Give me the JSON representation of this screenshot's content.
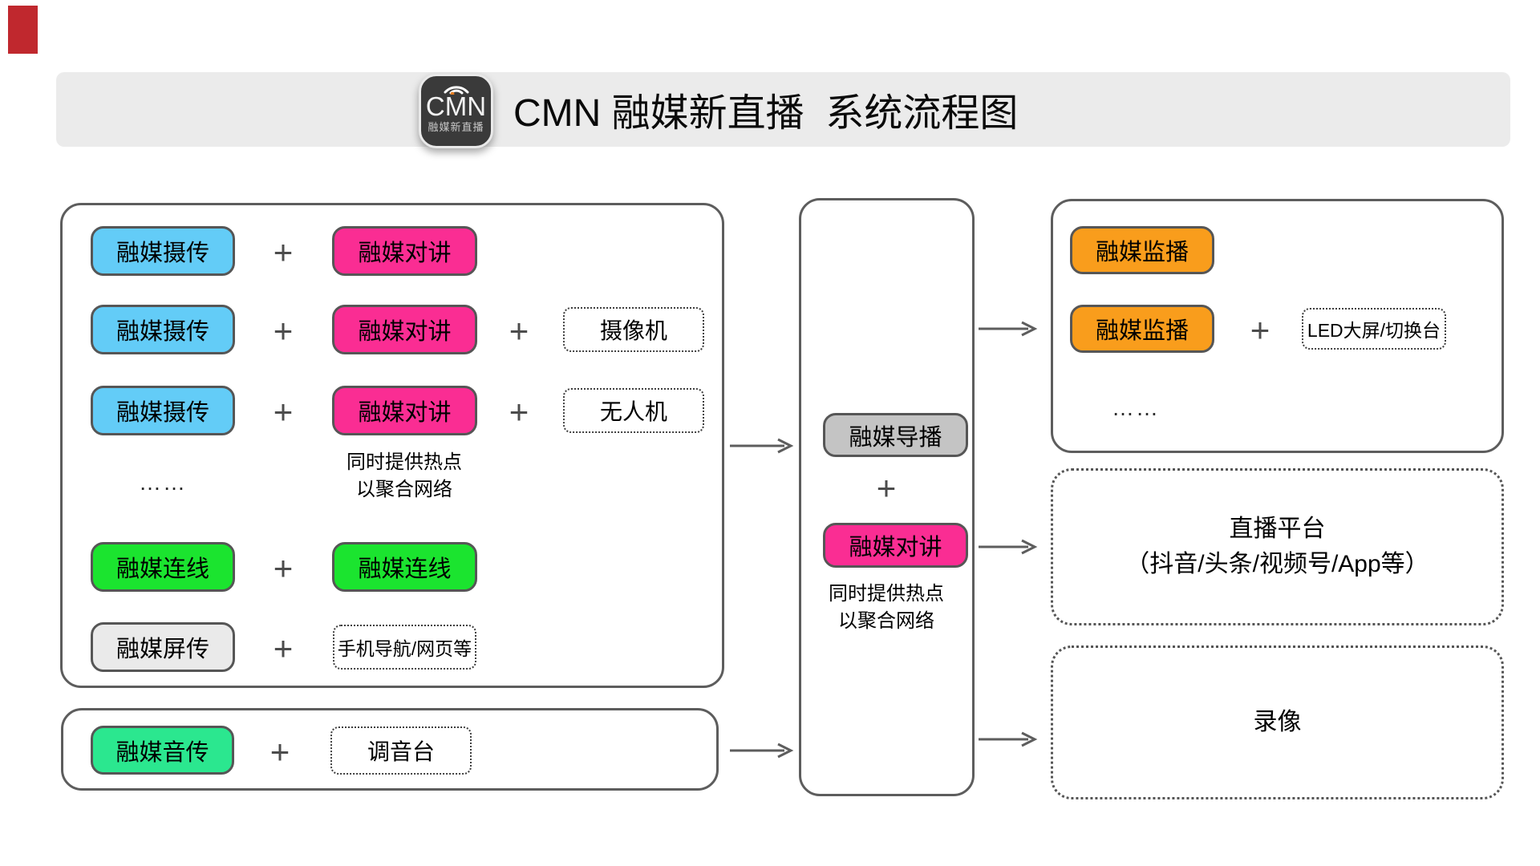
{
  "header": {
    "title": "CMN 融媒新直播  系统流程图",
    "logo": {
      "text": "CMN",
      "subtext": "融媒新直播"
    }
  },
  "colors": {
    "banner_bg": "#ebebeb",
    "logo_bg": "#3a3a3a",
    "red_marker": "#c0282e",
    "blue": "#63ccf7",
    "pink": "#fa2d93",
    "green": "#1be42f",
    "spring_green": "#2be78f",
    "orange": "#f99d1c",
    "gray_light": "#eaeaea",
    "gray_mid": "#c4c4c4",
    "line": "#5d5d5d"
  },
  "sources_panel": {
    "row1": {
      "a": "融媒摄传",
      "plus": "+",
      "b": "融媒对讲"
    },
    "row2": {
      "a": "融媒摄传",
      "plus": "+",
      "b": "融媒对讲",
      "plus2": "+",
      "c": "摄像机"
    },
    "row3": {
      "a": "融媒摄传",
      "plus": "+",
      "b": "融媒对讲",
      "plus2": "+",
      "c": "无人机"
    },
    "ellipsis": "……",
    "caption": {
      "line1": "同时提供热点",
      "line2": "以聚合网络"
    },
    "row4": {
      "a": "融媒连线",
      "plus": "+",
      "b": "融媒连线"
    },
    "row5": {
      "a": "融媒屏传",
      "plus": "+",
      "b": "手机导航/网页等"
    }
  },
  "audio_panel": {
    "a": "融媒音传",
    "plus": "+",
    "b": "调音台"
  },
  "center_panel": {
    "director": "融媒导播",
    "plus": "+",
    "intercom": "融媒对讲",
    "caption": {
      "line1": "同时提供热点",
      "line2": "以聚合网络"
    }
  },
  "monitor_panel": {
    "row1": "融媒监播",
    "row2": {
      "a": "融媒监播",
      "plus": "+",
      "b": "LED大屏/切换台"
    },
    "ellipsis": "……"
  },
  "platform_panel": {
    "line1": "直播平台",
    "line2": "（抖音/头条/视频号/App等）"
  },
  "record_panel": {
    "label": "录像"
  }
}
